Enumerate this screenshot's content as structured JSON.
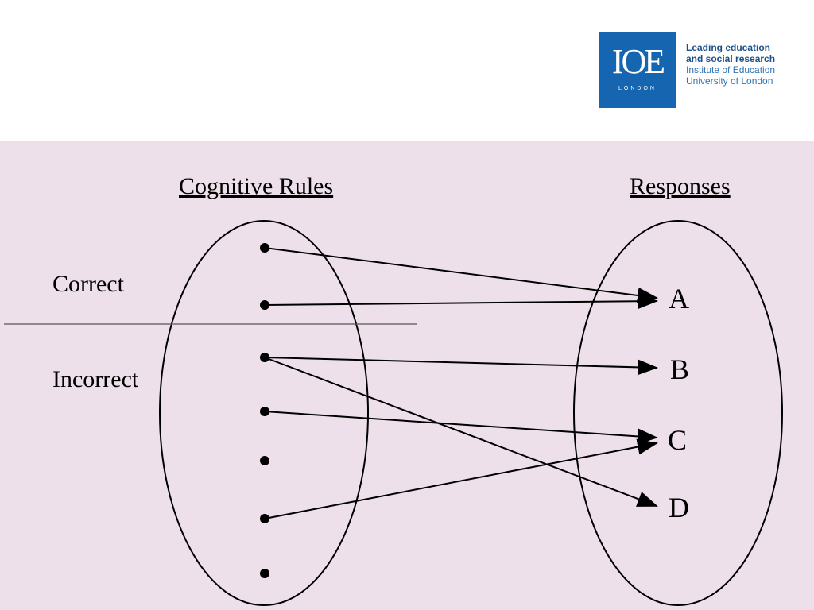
{
  "header": {
    "logo_mark": "IOE",
    "logo_sub": "LONDON",
    "tagline_line1": "Leading education",
    "tagline_line2": "and social research",
    "tagline_line3": "Institute of Education",
    "tagline_line4": "University of London"
  },
  "diagram": {
    "left_title": "Cognitive Rules",
    "right_title": "Responses",
    "correct_label": "Correct",
    "incorrect_label": "Incorrect",
    "responses": [
      "A",
      "B",
      "C",
      "D"
    ],
    "rules": [
      {
        "group": "correct",
        "maps_to": "A"
      },
      {
        "group": "correct",
        "maps_to": "A"
      },
      {
        "group": "incorrect",
        "maps_to": [
          "B",
          "D"
        ]
      },
      {
        "group": "incorrect",
        "maps_to": "C"
      },
      {
        "group": "incorrect",
        "maps_to": null
      },
      {
        "group": "incorrect",
        "maps_to": "C"
      },
      {
        "group": "incorrect",
        "maps_to": null
      }
    ],
    "colors": {
      "panel_background": "#ede0ea",
      "logo_blue": "#1565b0",
      "ink": "#000000"
    }
  }
}
